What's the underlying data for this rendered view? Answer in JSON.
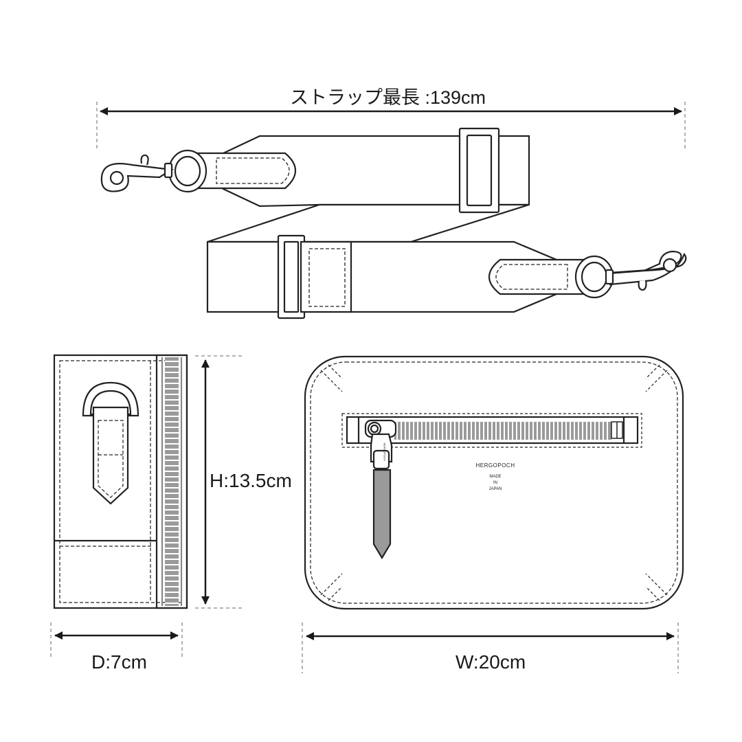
{
  "strap": {
    "label": "ストラップ最長 :139cm"
  },
  "bag": {
    "brand": "HERGOPOCH",
    "made_in": [
      "MADE",
      "IN",
      "JAPAN"
    ],
    "zipper_pull_text": "HERGOPOCH"
  },
  "dimensions": {
    "height": "H:13.5cm",
    "depth": "D:7cm",
    "width": "W:20cm"
  },
  "colors": {
    "line": "#222222",
    "zipper": "#9a9a9a",
    "guide": "#9a9a9a"
  }
}
